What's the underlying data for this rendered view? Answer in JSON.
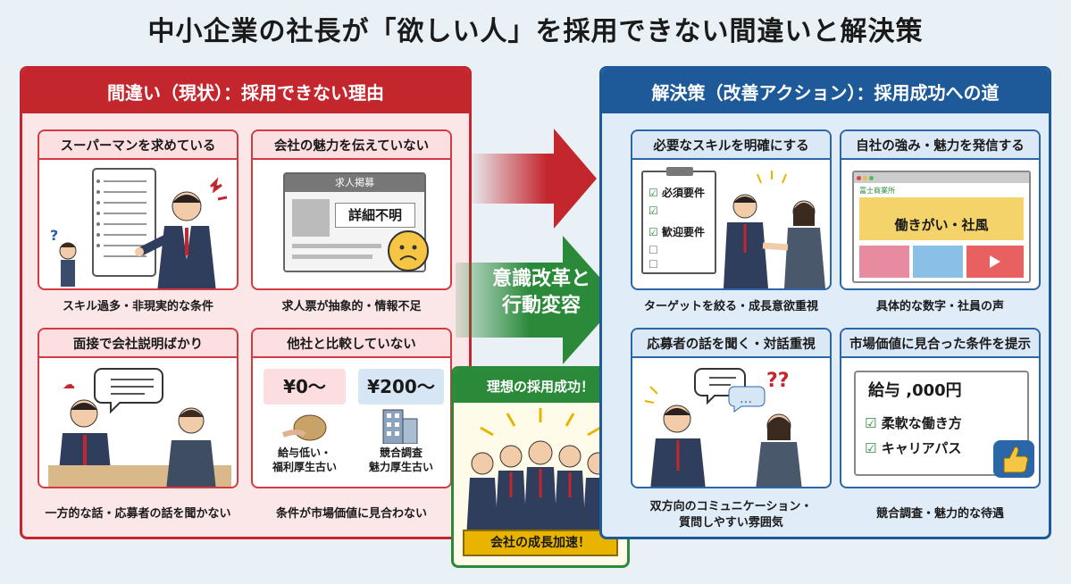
{
  "title": "中小企業の社長が「欲しい人」を採用できない間違いと解決策",
  "left": {
    "heading": "間違い（現状）：採用できない理由",
    "cards": [
      {
        "title": "スーパーマンを求めている",
        "caption": "スキル過多・非現実的な条件"
      },
      {
        "title": "会社の魅力を伝えていない",
        "caption": "求人票が抽象的・情報不足",
        "card_header": "求人掲募",
        "card_text": "詳細不明"
      },
      {
        "title": "面接で会社説明ばかり",
        "caption": "一方的な話・応募者の話を聞かない"
      },
      {
        "title": "他社と比較していない",
        "caption": "条件が市場価値に見合わない",
        "price_low": "¥0～",
        "price_high": "¥200～",
        "label_low_1": "給与低い・",
        "label_low_2": "福利厚生古い",
        "label_high_1": "競合調査",
        "label_high_2": "魅力厚生古い"
      }
    ]
  },
  "arrow_green_text_1": "意識改革と",
  "arrow_green_text_2": "行動変容",
  "middle": {
    "heading": "理想の採用成功！",
    "banner": "会社の成長加速！"
  },
  "right": {
    "heading": "解決策（改善アクション）：採用成功への道",
    "cards": [
      {
        "title": "必要なスキルを明確にする",
        "caption": "ターゲットを絞る・成長意欲重視",
        "check_1": "必須要件",
        "check_2": "歓迎要件"
      },
      {
        "title": "自社の強み・魅力を発信する",
        "caption": "具体的な数字・社員の声",
        "site_name": "冨士商業所",
        "site_banner": "働きがい・社風"
      },
      {
        "title": "応募者の話を聞く・対話重視",
        "caption_1": "双方向のコミュニケーション・",
        "caption_2": "質問しやすい雰囲気"
      },
      {
        "title": "市場価値に見合った条件を提示",
        "caption": "競合調査・魅力的な待遇",
        "salary": "給与 ,000円",
        "check_1": "柔軟な働き方",
        "check_2": "キャリアパス"
      }
    ]
  },
  "colors": {
    "red": "#c4262e",
    "blue": "#1e5a99",
    "green": "#2b8a3a"
  }
}
